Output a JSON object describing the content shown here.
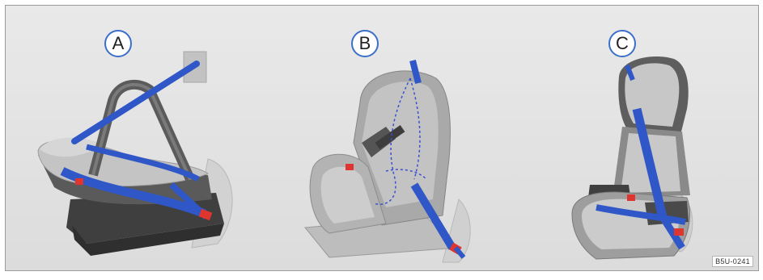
{
  "labels": {
    "a": "A",
    "b": "B",
    "c": "C"
  },
  "figure_code": "B5U-0241",
  "colors": {
    "belt": "#2f57c7",
    "clip": "#e0342f",
    "shell_dark": "#4c4c4c",
    "padding": "#bcbcbc",
    "background": "#e4e4e4"
  }
}
